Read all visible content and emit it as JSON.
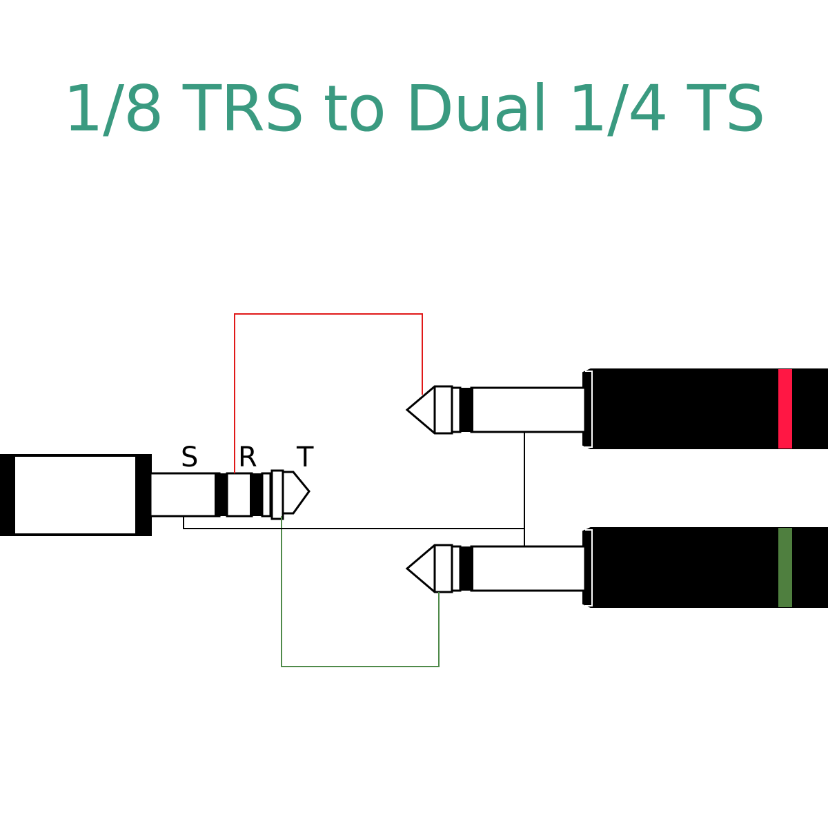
{
  "title": "1/8 TRS to Dual 1/4 TS",
  "colors": {
    "title": "#3a9a80",
    "right_wire": "#e01818",
    "left_wire": "#4f8a4a",
    "ground_wire": "#000000",
    "plug_body": "#000000",
    "top_band": "#ff1744",
    "bottom_band": "#4f7f3f"
  },
  "trs_plug": {
    "labels": {
      "sleeve": "S",
      "ring": "R",
      "tip": "T"
    }
  }
}
